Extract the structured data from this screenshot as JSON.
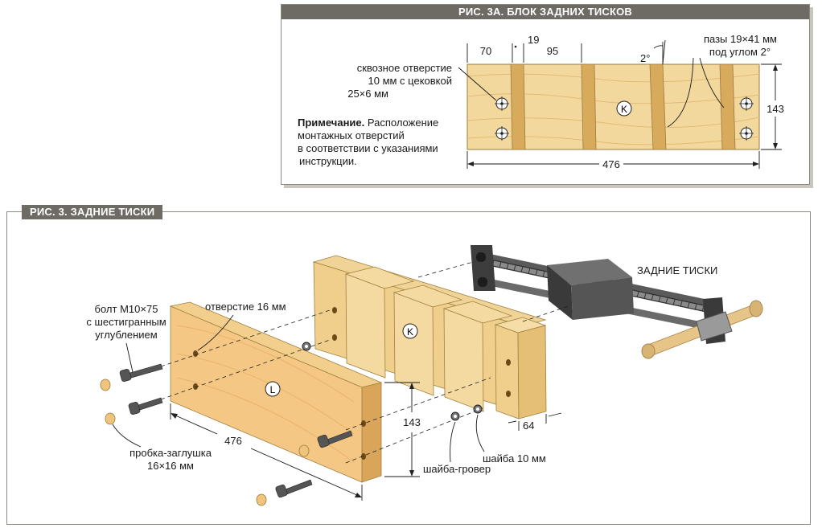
{
  "fig3a": {
    "title": "РИС. 3А. БЛОК ЗАДНИХ ТИСКОВ",
    "hole_note_lines": [
      "сквозное отверстие",
      "10 мм с цековкой",
      "25×6 мм"
    ],
    "note_bold": "Примечание.",
    "note_lines": [
      " Расположение",
      "монтажных отверстий",
      "в соответствии с указаниями",
      "инструкции."
    ],
    "dims": {
      "d70": "70",
      "d19": "19",
      "d95": "95",
      "angle": "2°",
      "d143": "143",
      "d476": "476"
    },
    "slot_note_lines": [
      "пазы 19×41 мм",
      "под углом 2°"
    ],
    "part_label": "K"
  },
  "fig3": {
    "title": "РИС. 3. ЗАДНИЕ ТИСКИ",
    "vise_label": "ЗАДНИЕ ТИСКИ",
    "bolt_lines": [
      "болт M10×75",
      "с шестигранным",
      "углублением"
    ],
    "hole_label": "отверстие 16 мм",
    "plug_lines": [
      "пробка-заглушка",
      "16×16 мм"
    ],
    "lock_washer": "шайба-гровер",
    "washer": "шайба 10 мм",
    "dims": {
      "d476": "476",
      "d143": "143",
      "d64": "64"
    },
    "part_k": "K",
    "part_l": "L"
  },
  "colors": {
    "wood": "#f2d295",
    "wood_dark": "#d9ad62",
    "title_bar": "#6d6b64",
    "metal": "#4a4a4a"
  }
}
